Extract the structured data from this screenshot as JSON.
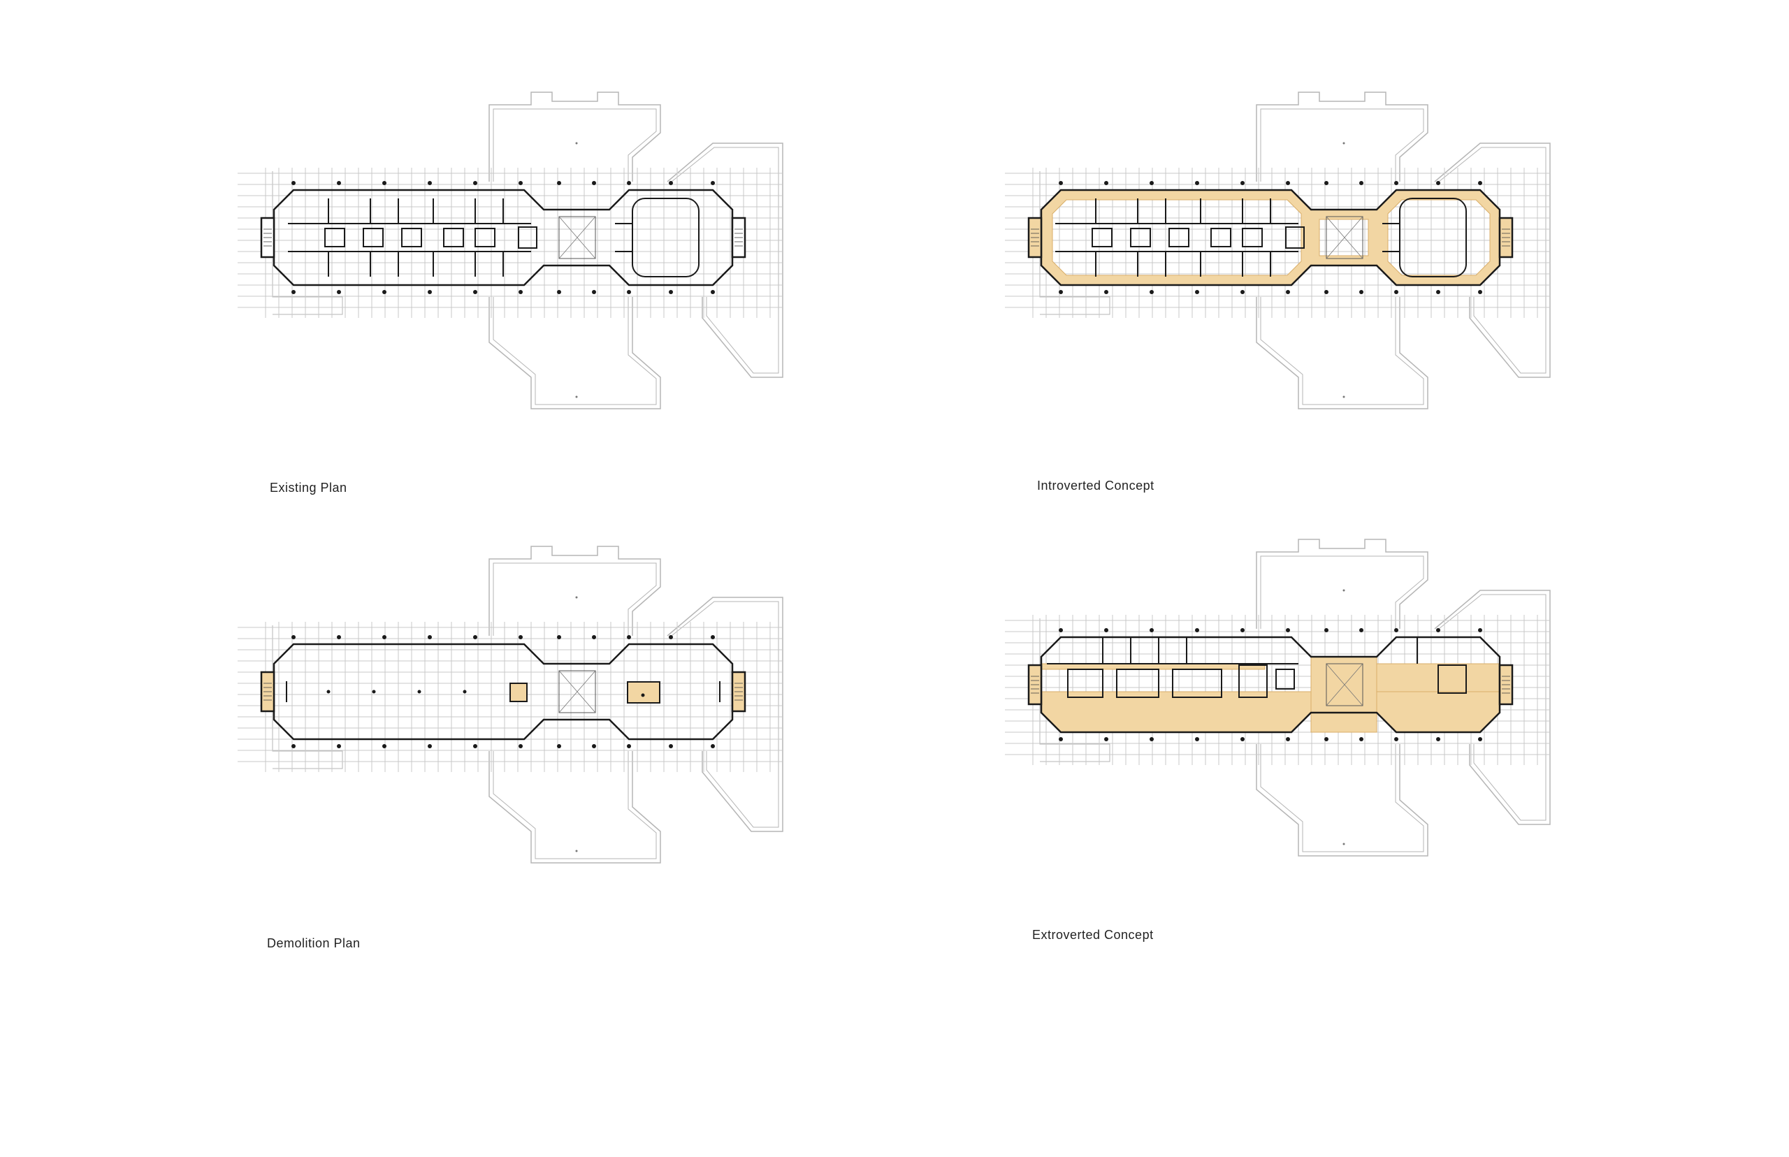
{
  "plans": [
    {
      "id": "existing",
      "caption": "Existing Plan",
      "variant": "existing"
    },
    {
      "id": "introverted",
      "caption": "Introverted Concept",
      "variant": "introverted"
    },
    {
      "id": "demolition",
      "caption": "Demolition Plan",
      "variant": "demolition"
    },
    {
      "id": "extroverted",
      "caption": "Extroverted Concept",
      "variant": "extroverted"
    }
  ],
  "colors": {
    "background": "#ffffff",
    "wall": "#1a1a1a",
    "grid": "#c9c9c9",
    "outline": "#b5b5b5",
    "highlight": "#f2d6a3",
    "highlight_edge": "#d9ae6a",
    "text": "#222222"
  }
}
